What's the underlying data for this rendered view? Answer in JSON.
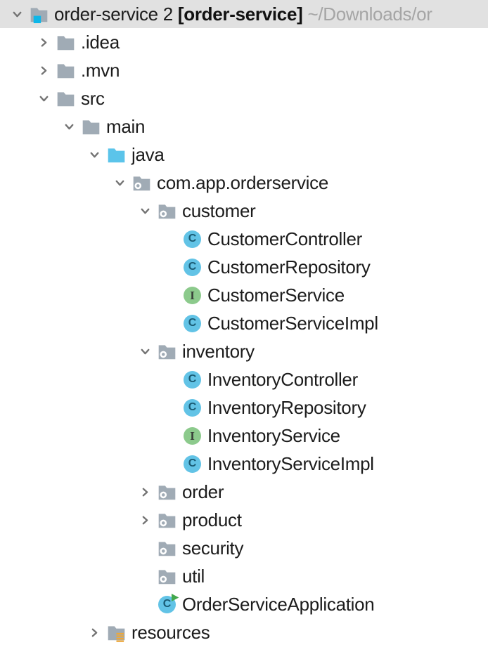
{
  "header": {
    "project_name": "order-service 2",
    "module_badge": "[order-service]",
    "path": "~/Downloads/or",
    "chevron": "expanded",
    "icon": "project-folder"
  },
  "icons": {
    "class_letter": "C",
    "interface_letter": "I"
  },
  "colors": {
    "header_bg": "#e1e1e1",
    "tree_bg": "#ffffff",
    "text": "#1c1c1c",
    "path_text": "#a5a5a5",
    "chevron": "#737373",
    "folder": "#a0abb5",
    "source_folder": "#5bc4ea",
    "accent_cyan": "#0db6e8",
    "package_ring": "#ffffff",
    "class_circle": "#62c3e6",
    "class_letter": "#195a73",
    "interface_circle": "#8cca8c",
    "interface_letter": "#383f38",
    "run_arrow": "#43a84c",
    "resources_lines": "#eda83b"
  },
  "tree": {
    "items": [
      {
        "label": ".idea",
        "level": 1,
        "chevron": "collapsed",
        "icon": "folder"
      },
      {
        "label": ".mvn",
        "level": 1,
        "chevron": "collapsed",
        "icon": "folder"
      },
      {
        "label": "src",
        "level": 1,
        "chevron": "expanded",
        "icon": "folder"
      },
      {
        "label": "main",
        "level": 2,
        "chevron": "expanded",
        "icon": "folder"
      },
      {
        "label": "java",
        "level": 3,
        "chevron": "expanded",
        "icon": "source-folder"
      },
      {
        "label": "com.app.orderservice",
        "level": 4,
        "chevron": "expanded",
        "icon": "package"
      },
      {
        "label": "customer",
        "level": 5,
        "chevron": "expanded",
        "icon": "package"
      },
      {
        "label": "CustomerController",
        "level": 6,
        "chevron": "none",
        "icon": "class"
      },
      {
        "label": "CustomerRepository",
        "level": 6,
        "chevron": "none",
        "icon": "class"
      },
      {
        "label": "CustomerService",
        "level": 6,
        "chevron": "none",
        "icon": "interface"
      },
      {
        "label": "CustomerServiceImpl",
        "level": 6,
        "chevron": "none",
        "icon": "class"
      },
      {
        "label": "inventory",
        "level": 5,
        "chevron": "expanded",
        "icon": "package"
      },
      {
        "label": "InventoryController",
        "level": 6,
        "chevron": "none",
        "icon": "class"
      },
      {
        "label": "InventoryRepository",
        "level": 6,
        "chevron": "none",
        "icon": "class"
      },
      {
        "label": "InventoryService",
        "level": 6,
        "chevron": "none",
        "icon": "interface"
      },
      {
        "label": "InventoryServiceImpl",
        "level": 6,
        "chevron": "none",
        "icon": "class"
      },
      {
        "label": "order",
        "level": 5,
        "chevron": "collapsed",
        "icon": "package"
      },
      {
        "label": "product",
        "level": 5,
        "chevron": "collapsed",
        "icon": "package"
      },
      {
        "label": "security",
        "level": 5,
        "chevron": "none",
        "icon": "package"
      },
      {
        "label": "util",
        "level": 5,
        "chevron": "none",
        "icon": "package"
      },
      {
        "label": "OrderServiceApplication",
        "level": 5,
        "chevron": "none",
        "icon": "class-run"
      },
      {
        "label": "resources",
        "level": 3,
        "chevron": "collapsed",
        "icon": "resources-folder"
      }
    ]
  }
}
